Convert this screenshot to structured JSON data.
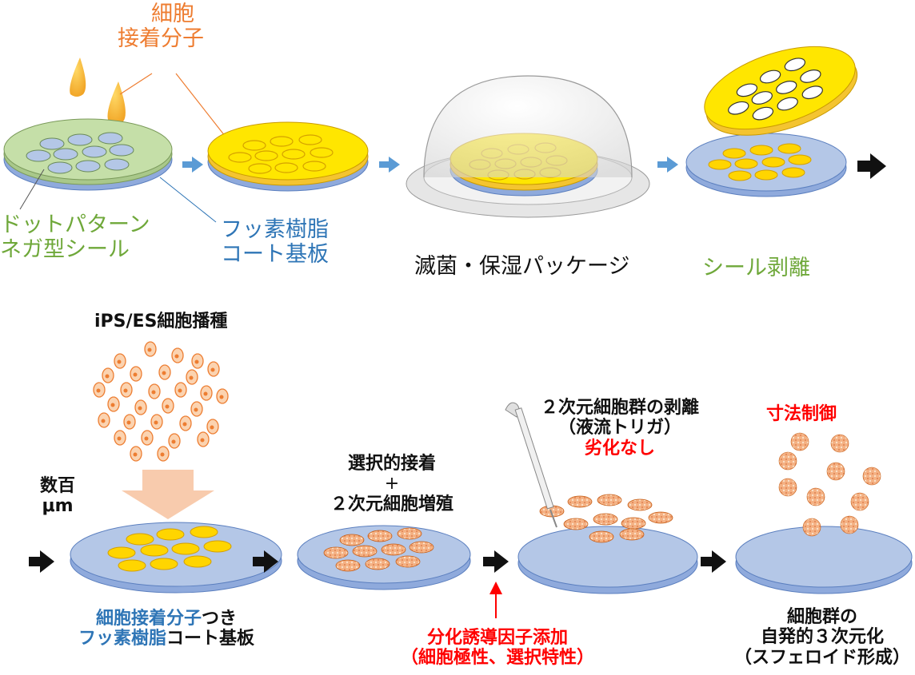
{
  "top_row": {
    "molecule_label_line1": "細胞",
    "molecule_label_line2": "接着分子",
    "seal_label_line1": "ドットパターン",
    "seal_label_line2": "ネガ型シール",
    "substrate_label_line1": "フッ素樹脂",
    "substrate_label_line2": "コート基板",
    "package_label": "滅菌・保湿パッケージ",
    "peel_label": "シール剥離"
  },
  "bottom_row": {
    "seeding_label": "iPS/ES細胞播種",
    "scale_label_line1": "数百",
    "scale_label_line2": "μm",
    "substrate_caption_part1": "細胞接着分子",
    "substrate_caption_part2": "つき",
    "substrate_caption_part3": "フッ素樹脂",
    "substrate_caption_part4": "コート基板",
    "selective_line1": "選択的接着",
    "selective_line2": "+",
    "selective_line3": "２次元細胞増殖",
    "detach_line1": "２次元細胞群の剥離",
    "detach_line2": "（液流トリガ）",
    "detach_line3": "劣化なし",
    "factor_line1": "分化誘導因子添加",
    "factor_line2": "（細胞極性、選択特性）",
    "size_control": "寸法制御",
    "spheroid_line1": "細胞群の",
    "spheroid_line2": "自発的３次元化",
    "spheroid_line3": "（スフェロイド形成）"
  },
  "colors": {
    "orange": "#ee7d31",
    "green": "#6fa83a",
    "blue": "#2e75b6",
    "red": "#ff0000",
    "yellow": "#ffe600",
    "substrate": "#b4c7e7",
    "seal": "#c5dfa8",
    "cell": "#f4b183"
  }
}
